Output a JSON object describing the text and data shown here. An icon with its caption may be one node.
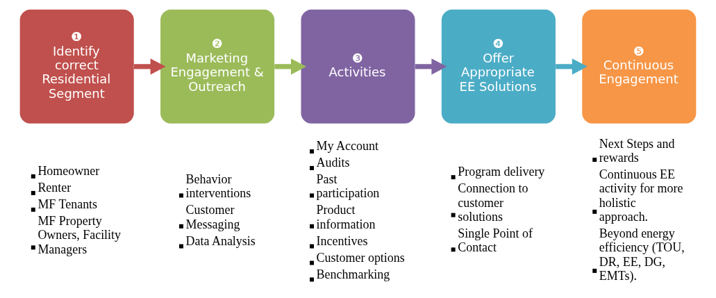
{
  "diagram": {
    "nodes": [
      {
        "text": [
          "❶",
          "Identify correct Residential Segment"
        ],
        "beside": [
          "Homeowner",
          "Renter",
          "MF Tenants",
          "MF Property Owners, Facility Managers"
        ]
      },
      {
        "text": [
          "❷",
          "Marketing Engagement & Outreach"
        ],
        "beside": [
          "Behavior interventions",
          "Customer Messaging",
          "Data Analysis"
        ]
      },
      {
        "text": [
          "❸",
          "Activities"
        ],
        "beside": [
          "My Account",
          "Audits",
          "Past participation",
          "Product information",
          "Incentives",
          "Customer options",
          "Benchmarking"
        ]
      },
      {
        "text": [
          "❹",
          "Offer Appropriate EE Solutions"
        ],
        "beside": [
          "Program delivery",
          "Connection to customer solutions",
          "Single Point of Contact"
        ]
      },
      {
        "text": [
          "❺",
          "Continuous Engagement"
        ],
        "beside": [
          "Next Steps and rewards",
          "Continuous EE activity for more holistic approach.",
          "Beyond energy efficiency (TOU, DR, EE, DG, EMTs)."
        ]
      }
    ],
    "edges": [
      {
        "from": 0,
        "to": 1,
        "arrow": "to",
        "color": "#c0504d"
      },
      {
        "from": 1,
        "to": 2,
        "arrow": "to",
        "color": "#9bbb59"
      },
      {
        "from": 2,
        "to": 3,
        "arrow": "to",
        "color": "#8064a2"
      },
      {
        "from": 3,
        "to": 4,
        "arrow": "to",
        "color": "#4bacc6"
      }
    ]
  }
}
